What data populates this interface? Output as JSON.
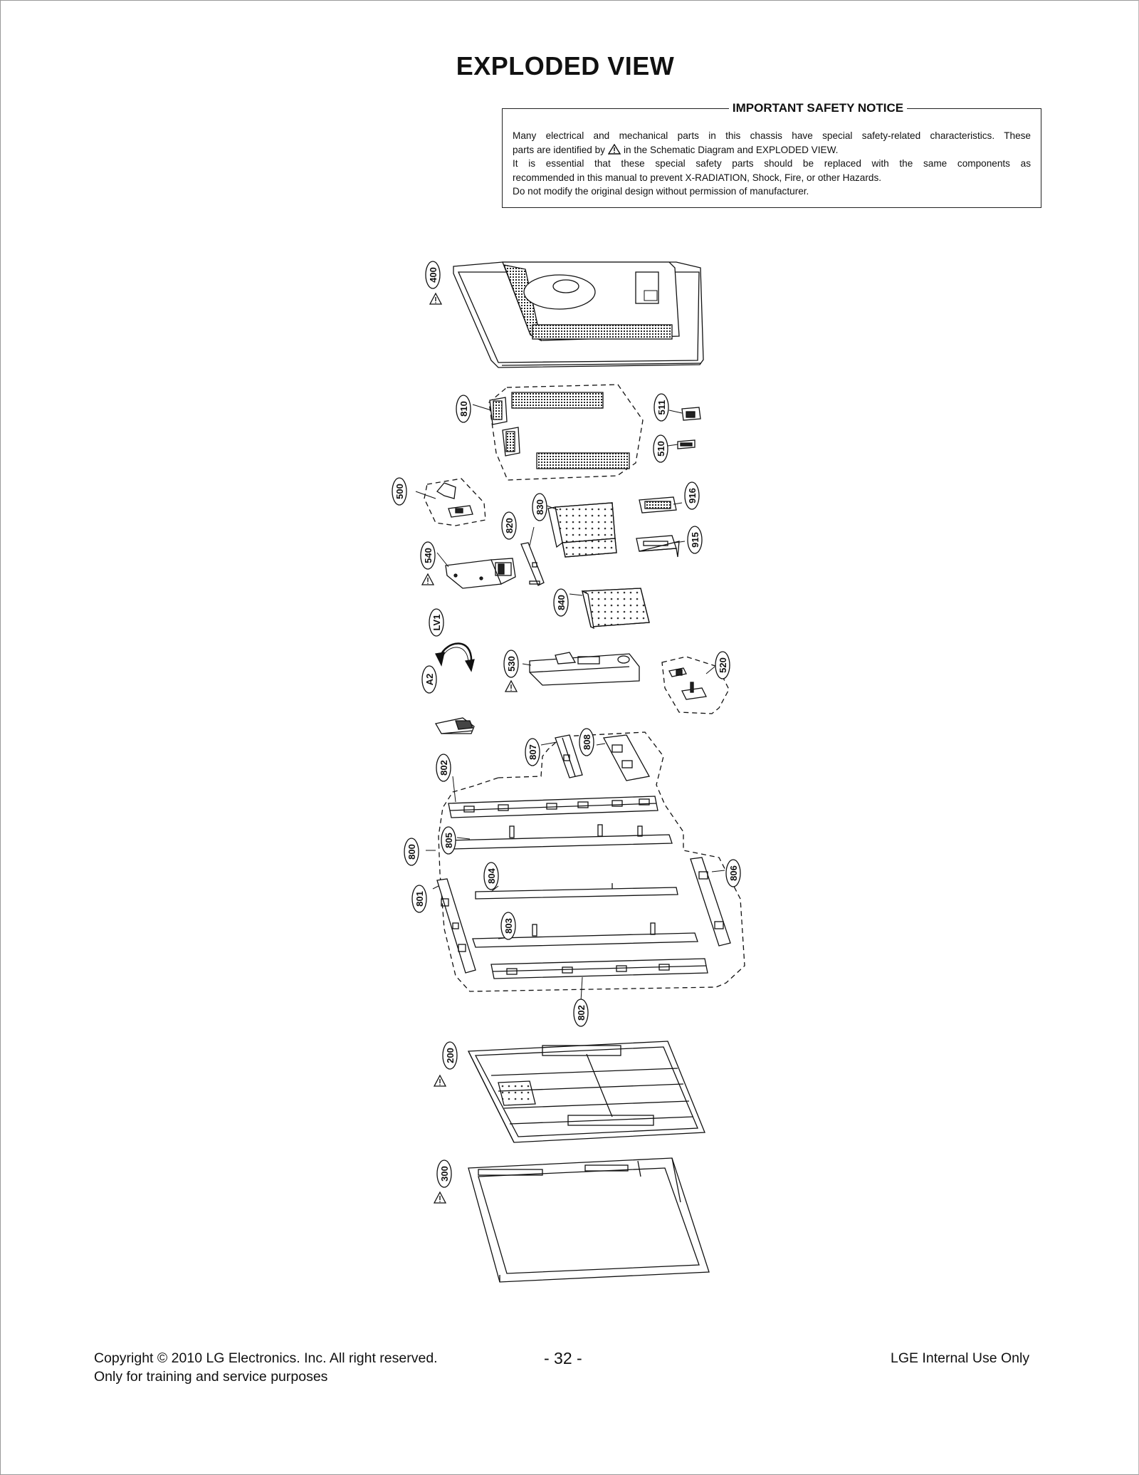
{
  "page": {
    "title": "EXPLODED VIEW"
  },
  "notice": {
    "heading": "IMPORTANT SAFETY NOTICE",
    "line1": "Many electrical and mechanical parts in this chassis have special safety-related characteristics. These",
    "line2a": "parts are identified by",
    "line2b": "in the Schematic Diagram and EXPLODED VIEW.",
    "line3": "It is essential that these special safety parts should be replaced with the same components as",
    "line4": "recommended in this manual to prevent X-RADIATION, Shock, Fire, or other Hazards.",
    "line5": "Do not modify the original design without permission of manufacturer.",
    "symbol_icon": "warning-triangle-icon"
  },
  "parts": {
    "p400": "400",
    "p810": "810",
    "p511": "511",
    "p510": "510",
    "p500": "500",
    "p830": "830",
    "p916": "916",
    "p820": "820",
    "p915": "915",
    "p540": "540",
    "p840": "840",
    "pLV1": "LV1",
    "p530": "530",
    "p520": "520",
    "pA2": "A2",
    "p807": "807",
    "p808": "808",
    "p802a": "802",
    "p805": "805",
    "p800": "800",
    "p804": "804",
    "p806": "806",
    "p801": "801",
    "p803": "803",
    "p802b": "802",
    "p200": "200",
    "p300": "300"
  },
  "footer": {
    "copyright": "Copyright  © 2010 LG Electronics. Inc. All right reserved.",
    "purpose": "Only for training and service purposes",
    "page_number": "- 32 -",
    "internal": "LGE Internal Use Only"
  }
}
